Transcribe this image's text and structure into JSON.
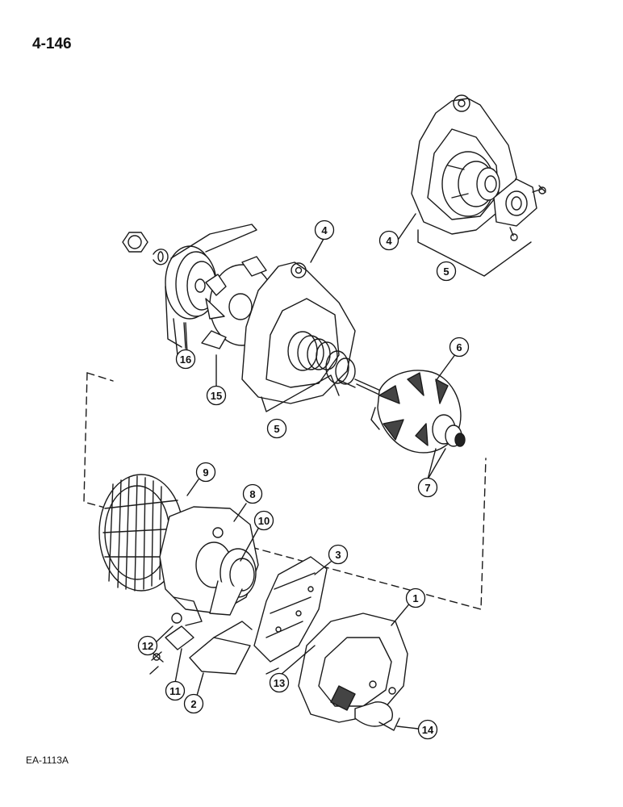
{
  "page_number": "4-146",
  "figure_code": "EA-1113A",
  "callouts": [
    {
      "id": "c4a",
      "label": "4"
    },
    {
      "id": "c5a",
      "label": "5"
    },
    {
      "id": "c4b",
      "label": "4"
    },
    {
      "id": "c16",
      "label": "16"
    },
    {
      "id": "c15",
      "label": "15"
    },
    {
      "id": "c5b",
      "label": "5"
    },
    {
      "id": "c6",
      "label": "6"
    },
    {
      "id": "c7",
      "label": "7"
    },
    {
      "id": "c9",
      "label": "9"
    },
    {
      "id": "c8",
      "label": "8"
    },
    {
      "id": "c10",
      "label": "10"
    },
    {
      "id": "c3",
      "label": "3"
    },
    {
      "id": "c1",
      "label": "1"
    },
    {
      "id": "c12",
      "label": "12"
    },
    {
      "id": "c11",
      "label": "11"
    },
    {
      "id": "c2",
      "label": "2"
    },
    {
      "id": "c13",
      "label": "13"
    },
    {
      "id": "c14",
      "label": "14"
    }
  ]
}
